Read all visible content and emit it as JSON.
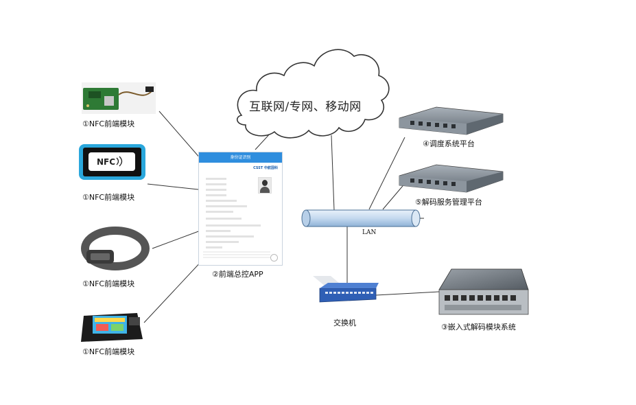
{
  "cloud": {
    "label": "互联网/专网、移动网"
  },
  "nfc_modules": [
    {
      "label": "①NFC前端模块",
      "device": "nfc-reader-board"
    },
    {
      "label": "①NFC前端模块",
      "device": "nfc-phone"
    },
    {
      "label": "①NFC前端模块",
      "device": "nfc-wristband"
    },
    {
      "label": "①NFC前端模块",
      "device": "nfc-pos-terminal"
    }
  ],
  "app": {
    "label": "②前端总控APP",
    "screen_title": "身份证识别",
    "brand": "CSST 中航国科"
  },
  "servers": [
    {
      "label": "④调度系统平台"
    },
    {
      "label": "⑤解码服务管理平台"
    }
  ],
  "lan": {
    "label": "LAN"
  },
  "switch": {
    "label": "交换机"
  },
  "embedded": {
    "label": "③嵌入式解码模块系统"
  },
  "colors": {
    "line": "#333333",
    "lan_fill": "#cfe0f2",
    "server_body": "#7e8790",
    "switch_body": "#2f5fb5",
    "pcb": "#2e7a35"
  }
}
